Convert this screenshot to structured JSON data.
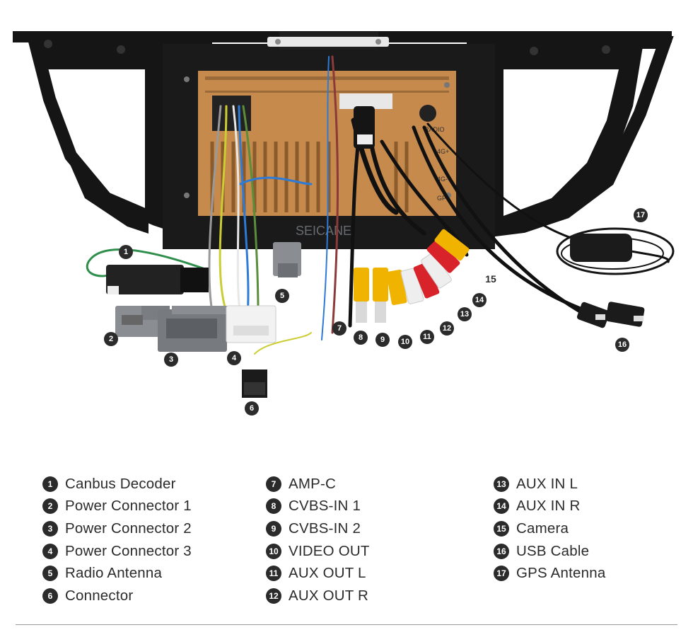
{
  "watermark": "SEICANE",
  "photo": {
    "panel_labels": [
      "RADIO",
      "4G+",
      "4G-",
      "GPS"
    ]
  },
  "legend": {
    "items": [
      {
        "num": "1",
        "label": "Canbus Decoder"
      },
      {
        "num": "2",
        "label": "Power Connector 1"
      },
      {
        "num": "3",
        "label": "Power Connector 2"
      },
      {
        "num": "4",
        "label": "Power Connector 3"
      },
      {
        "num": "5",
        "label": "Radio Antenna"
      },
      {
        "num": "6",
        "label": "Connector"
      },
      {
        "num": "7",
        "label": "AMP-C"
      },
      {
        "num": "8",
        "label": "CVBS-IN 1"
      },
      {
        "num": "9",
        "label": "CVBS-IN 2"
      },
      {
        "num": "10",
        "label": "VIDEO OUT"
      },
      {
        "num": "11",
        "label": "AUX OUT L"
      },
      {
        "num": "12",
        "label": "AUX OUT R"
      },
      {
        "num": "13",
        "label": "AUX IN L"
      },
      {
        "num": "14",
        "label": "AUX IN R"
      },
      {
        "num": "15",
        "label": "Camera"
      },
      {
        "num": "16",
        "label": "USB Cable"
      },
      {
        "num": "17",
        "label": "GPS Antenna"
      }
    ]
  },
  "colors": {
    "frame": "#151515",
    "chassis": "#c58a4c",
    "badge": "#2b2b2b",
    "rca_yellow": "#f0b400",
    "rca_red": "#d8232a",
    "rca_white": "#eeeeee"
  }
}
